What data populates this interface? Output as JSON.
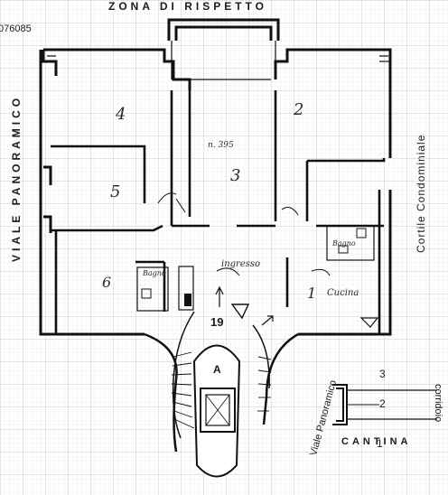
{
  "sheet_code": "076085",
  "top_label": "ZONA DI RISPETTO",
  "left_label": "VIALE PANORAMICO",
  "right_label": "Cortile Condominiale",
  "bottom_label": "CANTINA",
  "bottom_left_label": "Viale Panoramico",
  "corridor_label": "corridoio",
  "rooms": {
    "room_1": "1",
    "room_2": "2",
    "room_3": "3",
    "room_4": "4",
    "room_5": "5",
    "room_6": "6",
    "area_note": "n. 395",
    "ingresso": "ingresso",
    "cucina": "Cucina",
    "bagno_left": "Bagno",
    "bagno_right": "Bagno"
  },
  "stair_number": "19",
  "stair_label": "A",
  "cellar_numbers": [
    "3",
    "2",
    "1"
  ],
  "colors": {
    "ink": "#111111",
    "grid_minor": "#e3e3e3",
    "grid_major": "#b9b9b9",
    "paper": "#ffffff"
  }
}
